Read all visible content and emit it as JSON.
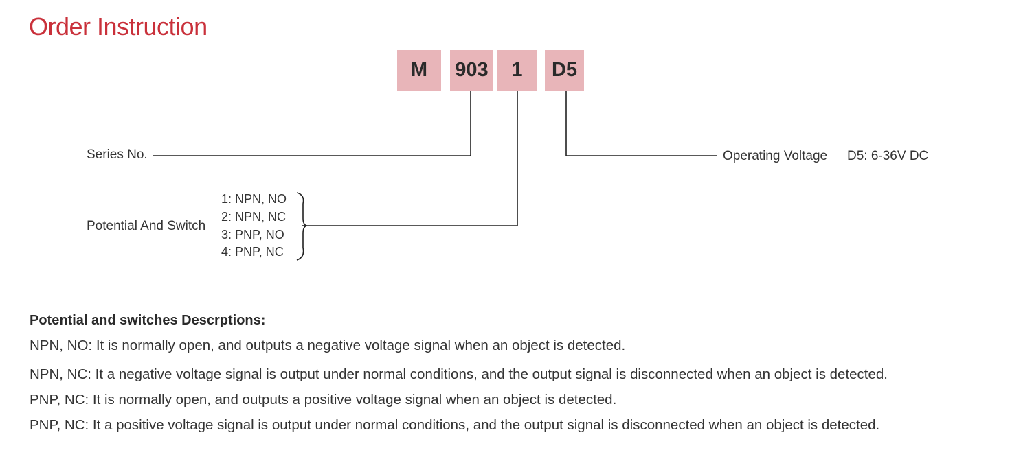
{
  "title": "Order Instruction",
  "code": {
    "parts": [
      "M",
      "903",
      "1",
      "D5"
    ]
  },
  "labels": {
    "series": "Series No.",
    "potential": "Potential And Switch",
    "voltage": "Operating Voltage",
    "voltage_value": "D5: 6-36V DC"
  },
  "options": [
    "1: NPN, NO",
    "2: NPN, NC",
    "3: PNP, NO",
    "4: PNP, NC"
  ],
  "descriptions": {
    "heading": "Potential and switches Descrptions:",
    "lines": [
      "NPN, NO: It is normally open, and outputs a negative voltage signal when an object is detected.",
      "NPN, NC: It a negative voltage signal is output under normal conditions, and the output signal is disconnected when an object is detected.",
      "PNP, NC: It is normally open, and outputs a positive voltage signal when an object is detected.",
      "PNP, NC: It a positive voltage signal is output under normal conditions, and the output signal is disconnected when an object is detected."
    ]
  }
}
